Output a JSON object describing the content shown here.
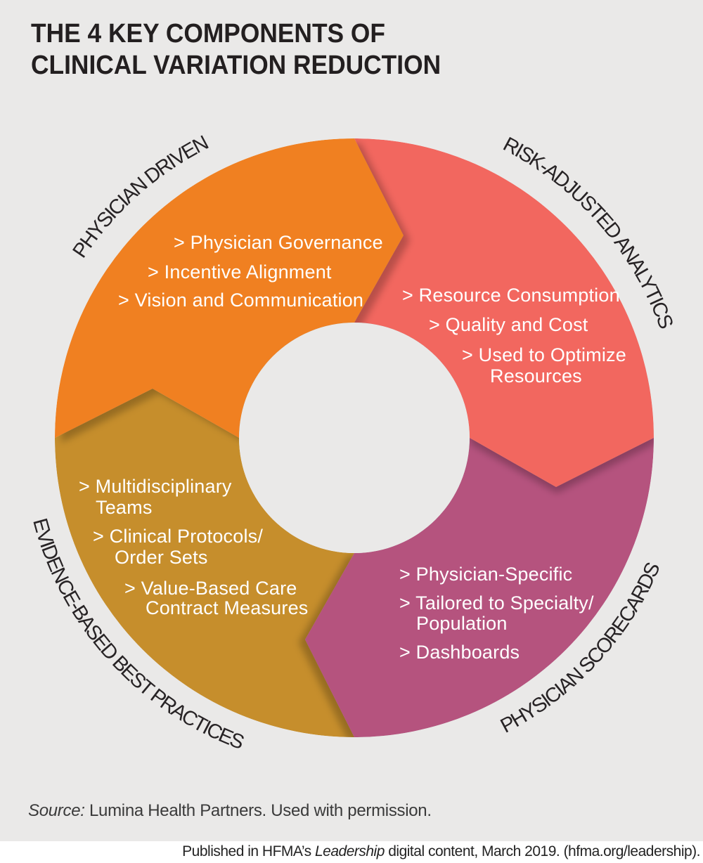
{
  "title": {
    "line1": "THE 4 KEY COMPONENTS OF",
    "line2": "CLINICAL VARIATION REDUCTION"
  },
  "colors": {
    "orange": "#F08021",
    "salmon": "#F2675F",
    "magenta": "#B5537E",
    "gold": "#C68E2C",
    "background": "#EAE9E8",
    "title_text": "#231F20",
    "bullet_text": "#FFFFFF",
    "curved_label_text": "#272325",
    "footer_band": "#FFFFFF"
  },
  "segments": [
    {
      "id": "physician-driven",
      "curved_label": "PHYSICIAN DRIVEN",
      "lines": [
        "> Physician Governance",
        "> Incentive Alignment",
        "> Vision and Communication"
      ]
    },
    {
      "id": "risk-adjusted-analytics",
      "curved_label": "RISK-ADJUSTED ANALYTICS",
      "lines": [
        "> Resource Consumption",
        "> Quality and Cost",
        "> Used to Optimize",
        "Resources"
      ]
    },
    {
      "id": "physician-scorecards",
      "curved_label": "PHYSICIAN SCORECARDS",
      "lines": [
        "> Physician-Specific",
        "> Tailored to Specialty/",
        "Population",
        "> Dashboards"
      ]
    },
    {
      "id": "evidence-based-best-practices",
      "curved_label": "EVIDENCE-BASED BEST PRACTICES",
      "lines": [
        "> Multidisciplinary",
        "Teams",
        "> Clinical Protocols/",
        "Order Sets",
        "> Value-Based Care",
        "Contract Measures"
      ]
    }
  ],
  "source": {
    "prefix": "Source:",
    "text": " Lumina Health Partners. Used with permission."
  },
  "footer": {
    "pre": "Published in HFMA’s ",
    "italic": "Leadership",
    "post": " digital content, March 2019.  (hfma.org/leadership)."
  }
}
